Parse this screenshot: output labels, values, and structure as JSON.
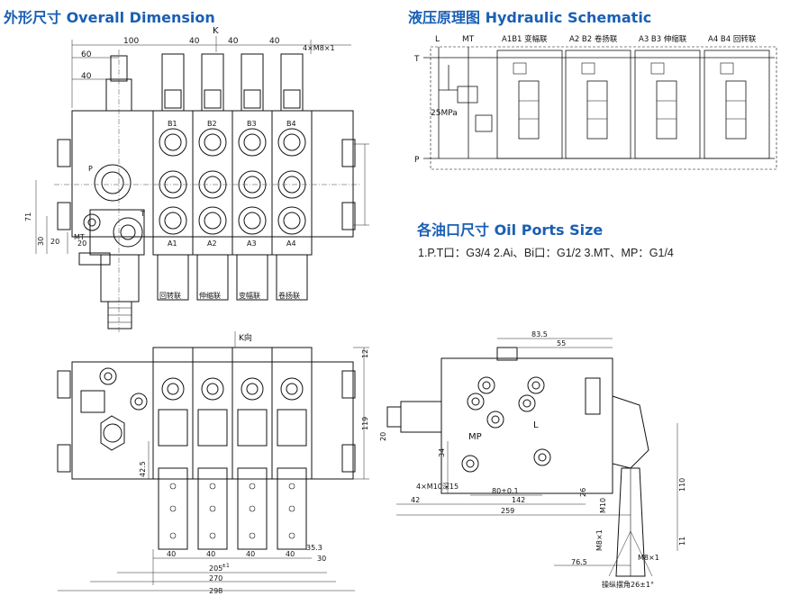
{
  "titles": {
    "overall": "外形尺寸  Overall Dimension",
    "schematic": "液压原理图  Hydraulic Schematic",
    "ports": "各油口尺寸  Oil Ports Size"
  },
  "ports_spec": "1.P.T口：G3/4    2.Ai、Bi口：G1/2    3.MT、MP：G1/4",
  "top_view": {
    "view_k": "K",
    "dims_top": [
      "100",
      "40",
      "40",
      "40"
    ],
    "thread_note": "4×M8×1",
    "dims_left": [
      "60",
      "40"
    ],
    "port_b": [
      "B1",
      "B2",
      "B3",
      "B4"
    ],
    "port_a": [
      "A1",
      "A2",
      "A3",
      "A4"
    ],
    "port_p": "P",
    "port_t": "T",
    "port_mt": "MT",
    "dims_v": [
      "71",
      "30",
      "20",
      "20"
    ],
    "section_labels": [
      "回转联",
      "伸缩联",
      "变幅联",
      "卷扬联"
    ]
  },
  "front_view": {
    "view_k": "K向",
    "dims_right": [
      "12",
      "119"
    ],
    "dim_left": "42.5",
    "dims_bottom": [
      "40",
      "40",
      "40",
      "40",
      "35.3",
      "30"
    ],
    "dims_total": [
      "205",
      "270",
      "298"
    ],
    "dim_small": "±1"
  },
  "side_view": {
    "dims_top": [
      "83.5",
      "55"
    ],
    "port_l": "L",
    "port_mp": "MP",
    "dims_left": [
      "34",
      "26"
    ],
    "hole_note": "4×M10深15",
    "dims_bottom": [
      "80±0.1",
      "142",
      "259",
      "42"
    ],
    "dims_right": [
      "110",
      "11",
      "20"
    ],
    "thread_m10": "M10",
    "thread_m8a": "M8×1",
    "thread_m8b": "M8×1",
    "dim_765": "76.5",
    "swing": "操纵摆角26±1°"
  },
  "schematic": {
    "lbl_l": "L",
    "lbl_mt": "MT",
    "lbl_t": "T",
    "lbl_p": "P",
    "relief": "25MPa",
    "sections": [
      "A1B1 变幅联",
      "A2 B2  卷扬联",
      "A3 B3  伸缩联",
      "A4 B4  回转联"
    ]
  }
}
